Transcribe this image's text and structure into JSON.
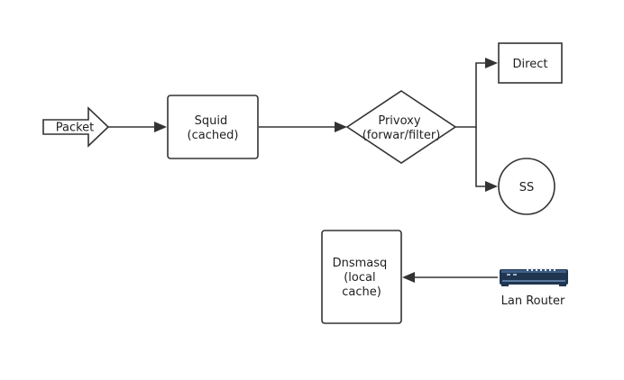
{
  "diagram": {
    "nodes": {
      "packet": {
        "label": "Packet"
      },
      "squid": {
        "lines": [
          "Squid",
          "(cached)"
        ]
      },
      "privoxy": {
        "lines": [
          "Privoxy",
          "(forwar/filter)"
        ]
      },
      "direct": {
        "label": "Direct"
      },
      "ss": {
        "label": "SS"
      },
      "dnsmasq": {
        "lines": [
          "Dnsmasq",
          "(local",
          "cache)"
        ]
      },
      "lan_router": {
        "label": "Lan Router",
        "icon": "router-icon"
      }
    },
    "edges": [
      {
        "from": "packet",
        "to": "squid"
      },
      {
        "from": "squid",
        "to": "privoxy"
      },
      {
        "from": "privoxy",
        "to": "direct"
      },
      {
        "from": "privoxy",
        "to": "ss"
      },
      {
        "from": "lan_router",
        "to": "dnsmasq"
      }
    ],
    "colors": {
      "stroke": "#333333",
      "fill": "#ffffff",
      "text": "#1f1f1f",
      "router_body": "#1f3550",
      "router_light": "#e8eef5"
    }
  }
}
